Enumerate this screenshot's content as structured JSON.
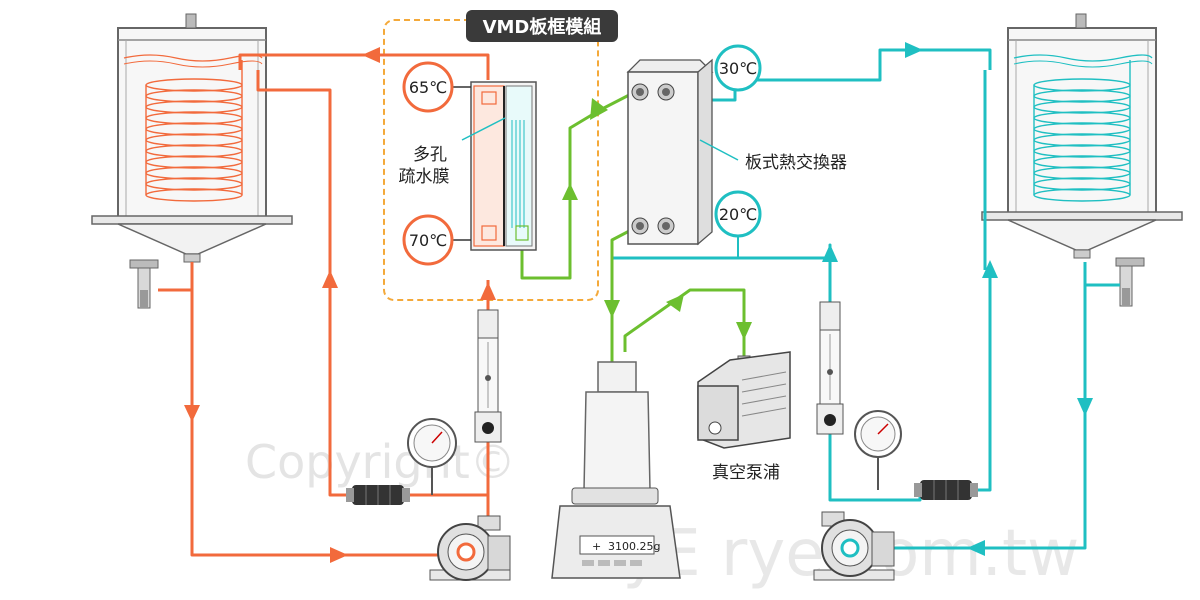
{
  "module_title": "VMD板框模組",
  "hot_in_temp": "70℃",
  "hot_out_temp": "65℃",
  "membrane_label_line1": "多孔",
  "membrane_label_line2": "疏水膜",
  "hx_label": "板式熱交換器",
  "hx_top_temp": "30℃",
  "hx_bottom_temp": "20℃",
  "pump_label": "真空泵浦",
  "balance_reading": "3100.25g",
  "balance_sign": "+",
  "watermark_copyright": "Copyright©",
  "watermark_site": "myE  rye.com.tw",
  "colors": {
    "hot": "#f26a3c",
    "cold": "#1fbfc2",
    "vacuum": "#6cbf2f",
    "module_border": "#f4a93a",
    "outline": "#555555"
  }
}
